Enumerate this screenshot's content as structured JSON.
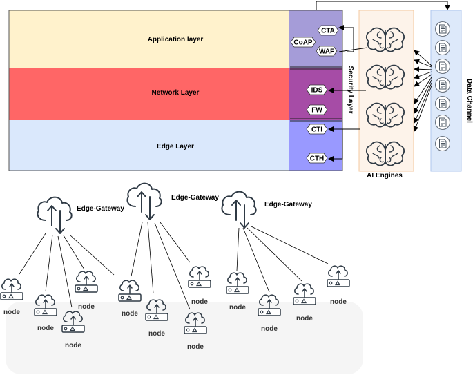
{
  "layers": {
    "application": "Application layer",
    "network": "Network Layer",
    "edge": "Edge Layer"
  },
  "security": {
    "title": "Security Layer",
    "badges": [
      "CTA",
      "CoAP",
      "WAF",
      "IDS",
      "FW",
      "CTI",
      "CTH"
    ]
  },
  "ai": {
    "title": "AI Engines"
  },
  "data_channel": {
    "title": "Data Channel"
  },
  "gateways": [
    "Edge-Gateway",
    "Edge-Gateway",
    "Edge-Gateway"
  ],
  "node_label": "node",
  "colors": {
    "application": "#fff2cc",
    "network": "#ff6666",
    "edge": "#dae8fc",
    "security_top": "#a59cd8",
    "security_mid": "#a64ca6",
    "security_bottom": "#9999ff",
    "ai_fill": "#fdf3ea",
    "ai_border": "#f4c9a0",
    "data_fill": "#dde9fa",
    "data_border": "#aec6ee",
    "ground": "#f5f5f5",
    "icon": "#2f3a45"
  },
  "icons": {
    "brain": "brain-icon",
    "document": "document-icon",
    "cloud_gateway": "cloud-upload-download-icon",
    "node": "cloud-server-icon"
  }
}
